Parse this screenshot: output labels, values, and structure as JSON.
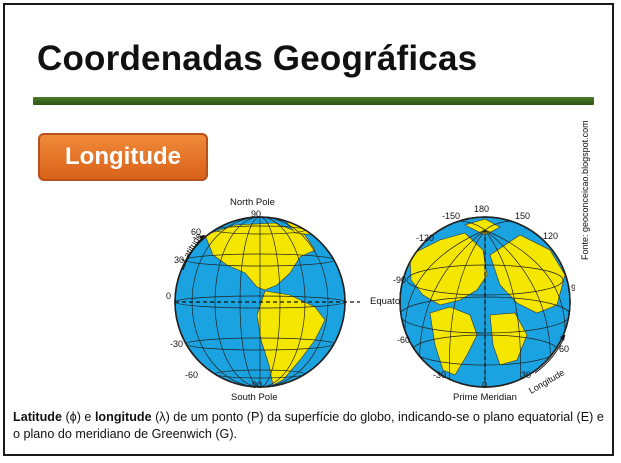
{
  "title": "Coordenadas Geográficas",
  "section": "Longitude",
  "globe_left": {
    "north_pole": "North Pole",
    "south_pole": "South Pole",
    "equator": "Equator",
    "latitude": "Latitude",
    "top_90": "90",
    "bottom_90": "-90",
    "zero": "0",
    "lat_60": "60",
    "lat_30": "30",
    "lat_m30": "-30",
    "lat_m60": "-60"
  },
  "globe_right": {
    "prime_meridian": "Prime Meridian",
    "longitude": "Longitude",
    "top_180": "180",
    "m150": "-150",
    "p150": "150",
    "m120": "-120",
    "p120": "120",
    "m90": "-90",
    "p90": "90",
    "m60": "-60",
    "p60": "60",
    "m30": "-30",
    "p30": "30",
    "zero": "0"
  },
  "source": "Fonte: geoconceicao.blogspot.com",
  "caption": {
    "latitude": "Latitude",
    "phi": " (ϕ) e ",
    "longitude": "longitude",
    "rest": " (λ) de um ponto (P) da superfície do globo, indicando-se o plano equatorial (E) e o plano do meridiano de Greenwich (G)."
  },
  "colors": {
    "ocean": "#1aa3e0",
    "land": "#f5e600",
    "badge": "#e8742a",
    "rule": "#3d6b22"
  }
}
